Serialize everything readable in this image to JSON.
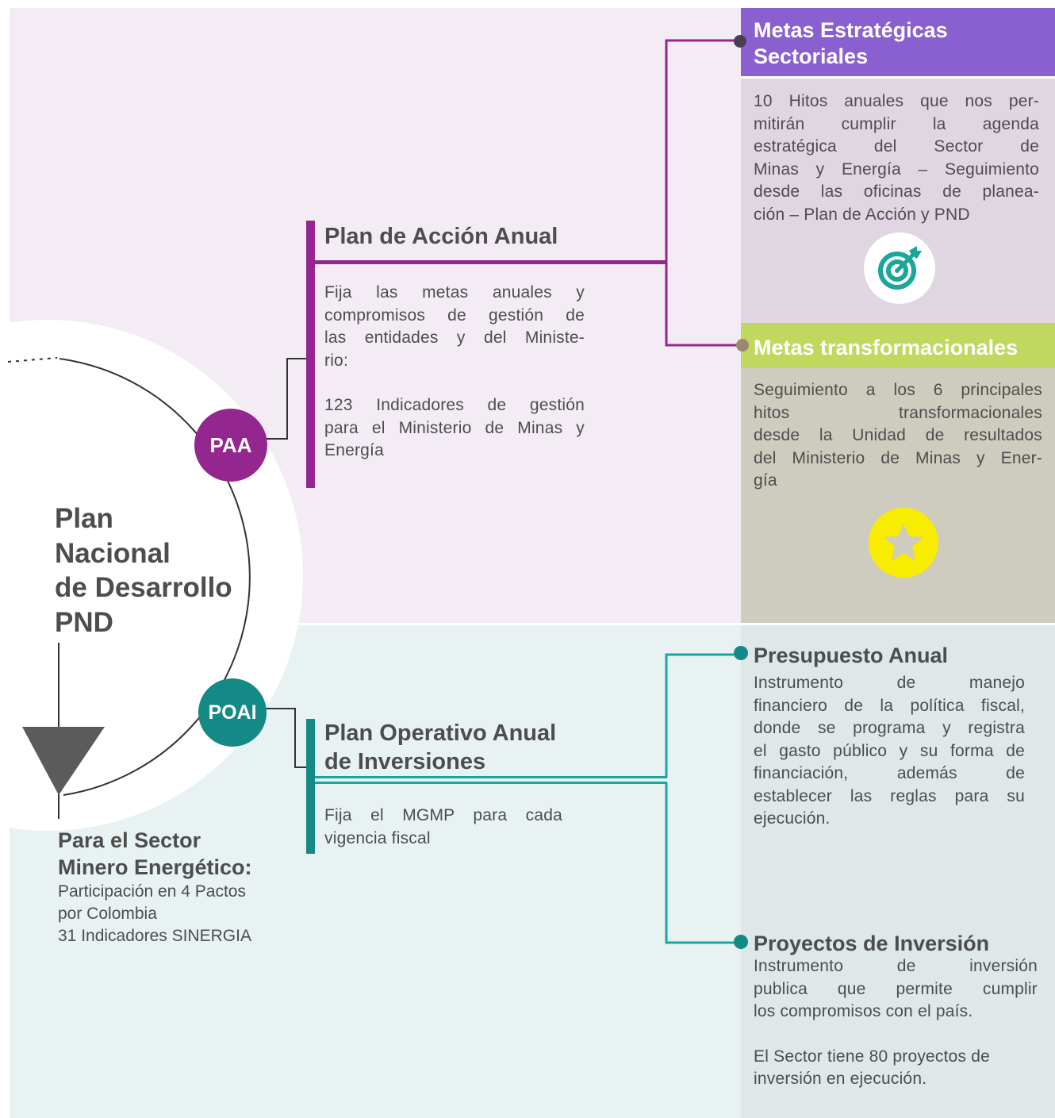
{
  "colors": {
    "purple": "#94268f",
    "teal": "#138a86",
    "violet_header": "#8a5fd0",
    "lime_header": "#bfd85d",
    "yellow_star": "#f8ec00",
    "gray_arrow": "#5b5b5b"
  },
  "center": {
    "title_lines": [
      "Plan",
      "Nacional",
      "de Desarrollo",
      "PND"
    ]
  },
  "sector": {
    "title_lines": [
      "Para el Sector",
      "Minero Energético:"
    ],
    "lines": [
      "Participación en 4 Pactos",
      "por Colombia",
      "31 Indicadores SINERGIA"
    ]
  },
  "nodes": {
    "paa": "PAA",
    "poai": "POAI"
  },
  "paa": {
    "title": "Plan de Acción Anual",
    "desc_lines": [
      "Fija las metas anuales y",
      "compromisos de gestión de",
      "las entidades y del Ministe-",
      "rio:"
    ],
    "desc2_lines": [
      "123 Indicadores de gestión",
      "para el Ministerio de Minas y",
      "Energía"
    ]
  },
  "poai": {
    "title_lines": [
      "Plan Operativo Anual",
      "de Inversiones"
    ],
    "desc_lines": [
      "Fija el MGMP para cada",
      "vigencia fiscal"
    ]
  },
  "metas_estrategicas": {
    "title_lines": [
      "Metas Estratégicas",
      "Sectoriales"
    ],
    "desc_lines": [
      "10 Hitos anuales que nos per-",
      "mitirán cumplir la agenda",
      "estratégica del Sector de",
      "Minas y Energía – Seguimiento",
      "desde las oficinas de planea-",
      "ción – Plan de Acción y PND"
    ],
    "icon": "target-icon"
  },
  "metas_transformacionales": {
    "title": "Metas transformacionales",
    "desc_lines": [
      "Seguimiento a los 6 principales",
      "hitos transformacionales",
      "desde la Unidad de resultados",
      "del Ministerio de Minas y Ener-",
      "gía"
    ],
    "icon": "star-icon"
  },
  "presupuesto": {
    "title": "Presupuesto Anual",
    "desc_lines": [
      "Instrumento de manejo",
      "financiero de la política fiscal,",
      "donde se programa y registra",
      "el gasto público y su forma de",
      "financiación, además de",
      "establecer las reglas para su",
      "ejecución."
    ]
  },
  "proyectos": {
    "title": "Proyectos de Inversión",
    "desc_lines": [
      "Instrumento de inversión",
      "publica que permite cumplir",
      "los compromisos con el país."
    ],
    "desc2_lines": [
      "El Sector tiene 80 proyectos de",
      "inversión en ejecución."
    ]
  }
}
